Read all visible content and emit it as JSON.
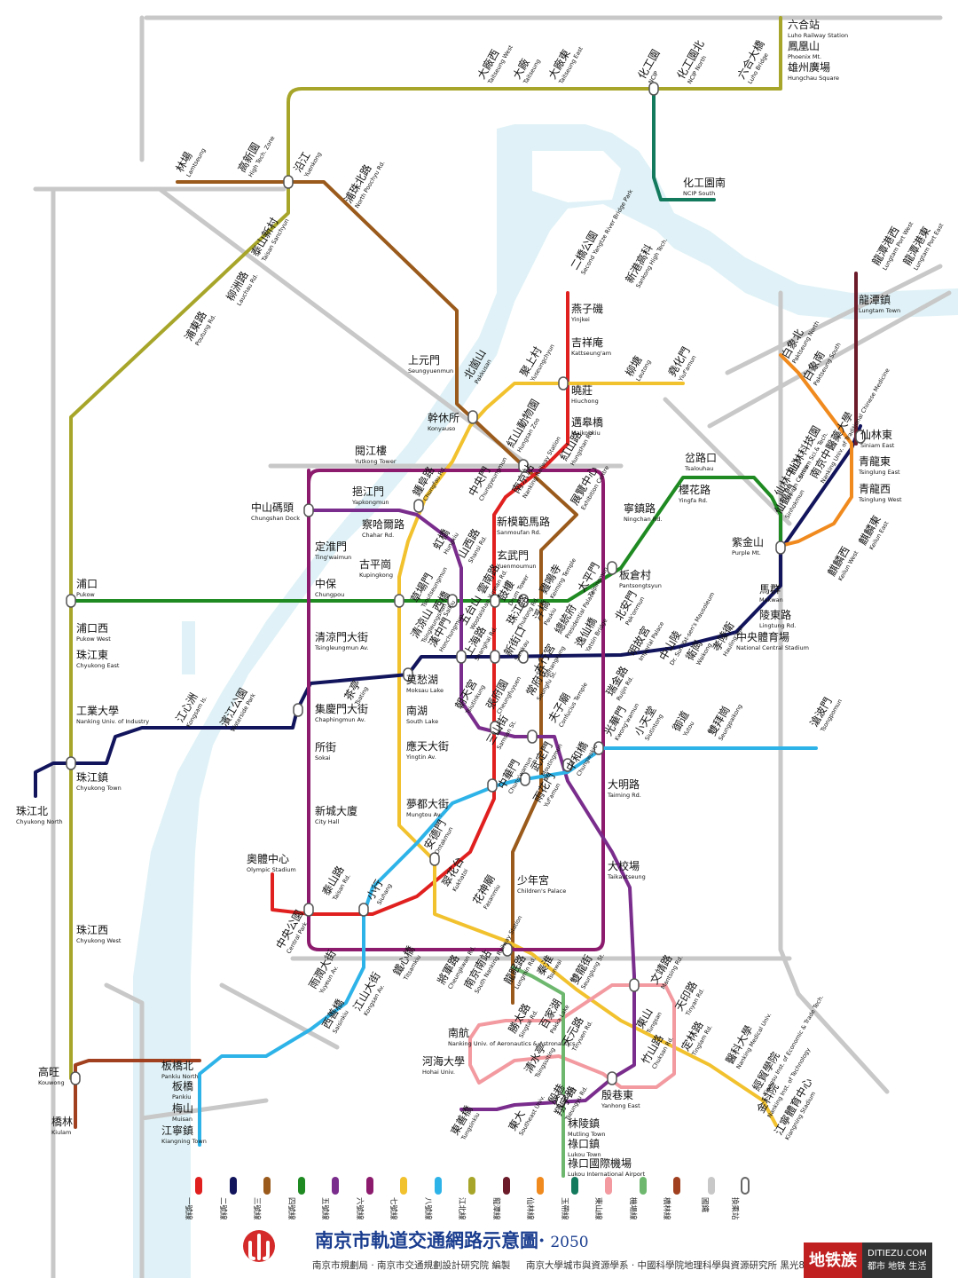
{
  "title": "南京市軌道交通網路示意圖",
  "year": "2050",
  "credits": {
    "left": "南京市規劃局 · 南京市交通規劃設計研究院  編製",
    "right": "南京大學城市與資源學系 · 中國科學院地理科學與資源研究所  黑光86"
  },
  "watermark": {
    "main": "地铁族",
    "site": "DITIEZU.COM",
    "slogan": "都市 地铁 生活"
  },
  "lines": [
    {
      "id": "l1",
      "name": "一號線",
      "color": "#e0201f"
    },
    {
      "id": "l2",
      "name": "二號線",
      "color": "#12145c"
    },
    {
      "id": "l3",
      "name": "三號線",
      "color": "#9a5a1b"
    },
    {
      "id": "l4",
      "name": "四號線",
      "color": "#1f8a22"
    },
    {
      "id": "l5",
      "name": "五號線",
      "color": "#7a2d8c"
    },
    {
      "id": "l6",
      "name": "六號線",
      "color": "#8c1b6e"
    },
    {
      "id": "l7",
      "name": "七號線",
      "color": "#f2c12e"
    },
    {
      "id": "l8",
      "name": "八號線",
      "color": "#2eb3e8"
    },
    {
      "id": "ljb",
      "name": "江北線",
      "color": "#a7a62a"
    },
    {
      "id": "llt",
      "name": "龍潭線",
      "color": "#6b1b2a"
    },
    {
      "id": "lxl",
      "name": "仙林線",
      "color": "#f08a1e"
    },
    {
      "id": "lyd",
      "name": "玉帶線",
      "color": "#137a5e"
    },
    {
      "id": "lds",
      "name": "東山線",
      "color": "#f29aa0"
    },
    {
      "id": "ljc",
      "name": "機場線",
      "color": "#6db86e"
    },
    {
      "id": "lql",
      "name": "橋林線",
      "color": "#a0401f"
    },
    {
      "id": "lgt",
      "name": "國鐵",
      "color": "#c8c8c8"
    }
  ],
  "legend_transfer": "換乘站",
  "stations": [
    {
      "zh": "六合站",
      "en": "Luho Railway Station"
    },
    {
      "zh": "鳳凰山",
      "en": "Phoenix Mt."
    },
    {
      "zh": "雄州廣場",
      "en": "Hungchau Square"
    },
    {
      "zh": "六合大橋",
      "en": "Luho Bridge"
    },
    {
      "zh": "化工園北",
      "en": "NCIP North"
    },
    {
      "zh": "化工園",
      "en": "NCIP"
    },
    {
      "zh": "化工園南",
      "en": "NCIP South"
    },
    {
      "zh": "大廠東",
      "en": "Taitseung East"
    },
    {
      "zh": "大廠",
      "en": "Taitseung"
    },
    {
      "zh": "大廠西",
      "en": "Taitseung West"
    },
    {
      "zh": "林場",
      "en": "Lamtseung"
    },
    {
      "zh": "高新園",
      "en": "High Tech. Zone"
    },
    {
      "zh": "沿江",
      "en": "Yuenkong"
    },
    {
      "zh": "浦珠北路",
      "en": "North Poochyu Rd."
    },
    {
      "zh": "泰山新村",
      "en": "Taisan Sanchyun"
    },
    {
      "zh": "柳洲路",
      "en": "Lauchau Rd."
    },
    {
      "zh": "浦東路",
      "en": "Poutung Rd."
    },
    {
      "zh": "二橋公園",
      "en": "Second Yangtze River Bridge Park"
    },
    {
      "zh": "新港高科",
      "en": "Sankong High Tech."
    },
    {
      "zh": "燕子磯",
      "en": "Yinjkei"
    },
    {
      "zh": "吉祥庵",
      "en": "Kattseung'am"
    },
    {
      "zh": "柳塘",
      "en": "Lautong"
    },
    {
      "zh": "堯化門",
      "en": "Yiuf'amun"
    },
    {
      "zh": "曉莊",
      "en": "Hiuchong"
    },
    {
      "zh": "邁皋橋",
      "en": "Maikoukiu"
    },
    {
      "zh": "紅山路",
      "en": "Hungshan Rd."
    },
    {
      "zh": "紅山動物園",
      "en": "Hungsan Zoo"
    },
    {
      "zh": "聚上村",
      "en": "Yuseungchyun"
    },
    {
      "zh": "北崮山",
      "en": "Pakkusan"
    },
    {
      "zh": "上元門",
      "en": "Seungyuenmun"
    },
    {
      "zh": "幹休所",
      "en": "Konyauso"
    },
    {
      "zh": "閱江樓",
      "en": "Yutkong Tower"
    },
    {
      "zh": "龍潭港西",
      "en": "Lungtam Port West"
    },
    {
      "zh": "龍潭港東",
      "en": "Lungtam Port East"
    },
    {
      "zh": "龍潭鎮",
      "en": "Lungtam Town"
    },
    {
      "zh": "白象北",
      "en": "Paktseung North"
    },
    {
      "zh": "白象南",
      "en": "Paktseung South"
    },
    {
      "zh": "南京中醫藥大學",
      "en": "Nanking Univ. of Traditional Chinese Medicine"
    },
    {
      "zh": "仙林科技園",
      "en": "Siniam Sci.& Tech."
    },
    {
      "zh": "仙林中心",
      "en": "Siniam Centre"
    },
    {
      "zh": "仙鶴門",
      "en": "Sinhokmun"
    },
    {
      "zh": "仙林東",
      "en": "Siniam East"
    },
    {
      "zh": "青龍東",
      "en": "Tsinglung East"
    },
    {
      "zh": "青龍西",
      "en": "Tsinglung West"
    },
    {
      "zh": "麒麟東",
      "en": "Keilun East"
    },
    {
      "zh": "麒麟西",
      "en": "Keilun West"
    },
    {
      "zh": "岔路口",
      "en": "Tsalouhau"
    },
    {
      "zh": "櫻花路",
      "en": "Yingfa Rd."
    },
    {
      "zh": "紫金山",
      "en": "Purple Mt."
    },
    {
      "zh": "馬群",
      "en": "Makwan"
    },
    {
      "zh": "陵東路",
      "en": "Lingtung Rd."
    },
    {
      "zh": "中央體育場",
      "en": "National Central Stadium"
    },
    {
      "zh": "寧鎮路",
      "en": "Ningchan Rd."
    },
    {
      "zh": "板倉村",
      "en": "Pantsongtsyun"
    },
    {
      "zh": "中山碼頭",
      "en": "Chungshan Dock"
    },
    {
      "zh": "挹江門",
      "en": "Yapkongmun"
    },
    {
      "zh": "鍾阜路",
      "en": "Chungfau Rd."
    },
    {
      "zh": "中央門",
      "en": "Chungyeungmun"
    },
    {
      "zh": "南京站",
      "en": "Nanking Railway Station"
    },
    {
      "zh": "展覽中心",
      "en": "Exhibition Centre"
    },
    {
      "zh": "察哈爾路",
      "en": "Chahar Rd."
    },
    {
      "zh": "虹橋",
      "en": "Hungkiu"
    },
    {
      "zh": "山西路",
      "en": "Shansi Rd."
    },
    {
      "zh": "新模範馬路",
      "en": "Sanmoufan Rd."
    },
    {
      "zh": "玄武門",
      "en": "Yuenmoumun"
    },
    {
      "zh": "定淮門",
      "en": "Ting'waimun"
    },
    {
      "zh": "古平崗",
      "en": "Kupingkong"
    },
    {
      "zh": "草場門",
      "en": "Tsoutseungmun"
    },
    {
      "zh": "西橋",
      "en": "Saikiu"
    },
    {
      "zh": "雲南路",
      "en": "Yunnan Rd."
    },
    {
      "zh": "鼓樓",
      "en": "Drum Tower"
    },
    {
      "zh": "雞鳴寺",
      "en": "Keiming Temple"
    },
    {
      "zh": "太平門",
      "en": "Taipingmun"
    },
    {
      "zh": "中保",
      "en": "Chungpou"
    },
    {
      "zh": "浦口",
      "en": "Pukow"
    },
    {
      "zh": "清涼山",
      "en": "Tsingleungshan"
    },
    {
      "zh": "漢中門",
      "en": "Honchungmun"
    },
    {
      "zh": "上海路",
      "en": "Shanghai Rd."
    },
    {
      "zh": "五台山",
      "en": "Wootaishan"
    },
    {
      "zh": "珠江路",
      "en": "Chukong Rd."
    },
    {
      "zh": "新街口",
      "en": "Sanikau"
    },
    {
      "zh": "浮橋",
      "en": "Paukiu"
    },
    {
      "zh": "總統府",
      "en": "Presidential Palace"
    },
    {
      "zh": "逸仙橋",
      "en": "Yatsin Bridge"
    },
    {
      "zh": "明故宮",
      "en": "Imperial Palace"
    },
    {
      "zh": "中山陵",
      "en": "Dr. Sun Yat-sen's Mausoleum"
    },
    {
      "zh": "衛崗",
      "en": "Waikong"
    },
    {
      "zh": "孝陵衛",
      "en": "Hauling'wai"
    },
    {
      "zh": "北安門",
      "en": "Pak'onmun"
    },
    {
      "zh": "浦口西",
      "en": "Pukow West"
    },
    {
      "zh": "珠江東",
      "en": "Chyukong East"
    },
    {
      "zh": "清涼門大街",
      "en": "Tsingleungmun Av."
    },
    {
      "zh": "莫愁湖",
      "en": "Moksau Lake"
    },
    {
      "zh": "茶亭",
      "en": "Tsating"
    },
    {
      "zh": "朝天宮",
      "en": "Tsiutinkung"
    },
    {
      "zh": "張府園",
      "en": "Cheungfuyuen"
    },
    {
      "zh": "大行宮",
      "en": "Taihangkung"
    },
    {
      "zh": "瑞金路",
      "en": "Ruijin Rd."
    },
    {
      "zh": "工業大學",
      "en": "Nanking Univ. of Industry"
    },
    {
      "zh": "江心洲",
      "en": "Kongsam Is."
    },
    {
      "zh": "濱江公園",
      "en": "Waterside Park"
    },
    {
      "zh": "集慶門大街",
      "en": "Chaphingmun Av."
    },
    {
      "zh": "南湖",
      "en": "South Lake"
    },
    {
      "zh": "三山街",
      "en": "Samsan St."
    },
    {
      "zh": "夫子廟",
      "en": "Confucius Temple"
    },
    {
      "zh": "常府街",
      "en": "Seungfu St."
    },
    {
      "zh": "光華門",
      "en": "Kwong'wamun"
    },
    {
      "zh": "小天堂",
      "en": "Siutintong"
    },
    {
      "zh": "御道",
      "en": "Yutou"
    },
    {
      "zh": "雙拜崗",
      "en": "Seungpaikong"
    },
    {
      "zh": "滄波門",
      "en": "Tsongpomun"
    },
    {
      "zh": "珠江北",
      "en": "Chyukong North"
    },
    {
      "zh": "珠江鎮",
      "en": "Chyukong Town"
    },
    {
      "zh": "所街",
      "en": "Sokai"
    },
    {
      "zh": "應天大街",
      "en": "Yingtin Av."
    },
    {
      "zh": "中華門",
      "en": "Chung'wamun"
    },
    {
      "zh": "武定門",
      "en": "Moutingmun"
    },
    {
      "zh": "雨花門",
      "en": "Yuf'amun"
    },
    {
      "zh": "中和橋",
      "en": "Chungwokiu"
    },
    {
      "zh": "大明路",
      "en": "Taiming Rd."
    },
    {
      "zh": "新城大廈",
      "en": "City Hall"
    },
    {
      "zh": "夢都大街",
      "en": "Mungtou Av."
    },
    {
      "zh": "安德門",
      "en": "Ontakmun"
    },
    {
      "zh": "奧體中心",
      "en": "Olympic Stadium"
    },
    {
      "zh": "泰山路",
      "en": "Taisan Rd."
    },
    {
      "zh": "小行",
      "en": "Siuhang"
    },
    {
      "zh": "翠花台",
      "en": "Kukhatoi"
    },
    {
      "zh": "花神廟",
      "en": "Fasanmiu"
    },
    {
      "zh": "少年宮",
      "en": "Children's Palace"
    },
    {
      "zh": "大校場",
      "en": "Taikautseung"
    },
    {
      "zh": "中央公園",
      "en": "Central Park"
    },
    {
      "zh": "珠江西",
      "en": "Chyukong West"
    },
    {
      "zh": "雨潤大街",
      "en": "Yuyeun Av."
    },
    {
      "zh": "江山大街",
      "en": "Kongsan Av."
    },
    {
      "zh": "鐵心橋",
      "en": "Titsamkiu"
    },
    {
      "zh": "將軍路",
      "en": "Cheungkwan Rd."
    },
    {
      "zh": "南京南站",
      "en": "South Nanking Railway Station"
    },
    {
      "zh": "龍眠路",
      "en": "Lungmin Rd."
    },
    {
      "zh": "秦淮",
      "en": "Tsunwai"
    },
    {
      "zh": "雙龍街",
      "en": "Seunglung St."
    },
    {
      "zh": "文靖路",
      "en": "Mantsing Rd."
    },
    {
      "zh": "西善橋",
      "en": "Saisinkiu"
    },
    {
      "zh": "勝太路",
      "en": "Singtai Rd."
    },
    {
      "zh": "百家湖",
      "en": "Pakka Lake"
    },
    {
      "zh": "東山",
      "en": "Tungsan"
    },
    {
      "zh": "天印路",
      "en": "Tinyan Rd."
    },
    {
      "zh": "南航",
      "en": "Nanking Univ. of Aeronautics & Astronautics"
    },
    {
      "zh": "天元路",
      "en": "Tinyuen Rd."
    },
    {
      "zh": "竹山路",
      "en": "Chuksan Rd."
    },
    {
      "zh": "河海大學",
      "en": "Hohai Univ."
    },
    {
      "zh": "清水亭",
      "en": "Tsingsuiting"
    },
    {
      "zh": "殷巷",
      "en": "Yanhong"
    },
    {
      "zh": "殷巷東",
      "en": "Yanhong East"
    },
    {
      "zh": "定林路",
      "en": "Tinglam Rd."
    },
    {
      "zh": "醫科大學",
      "en": "Nanking Medical Univ."
    },
    {
      "zh": "經貿學院",
      "en": "Kiangsu Inst. of Economic & Trade Tech."
    },
    {
      "zh": "金科院",
      "en": "Nanking Inst. of Technology"
    },
    {
      "zh": "江寧體育中心",
      "en": "Kiangning Stadium"
    },
    {
      "zh": "高旺",
      "en": "Kouwong"
    },
    {
      "zh": "橋林",
      "en": "Kiulam"
    },
    {
      "zh": "板橋北",
      "en": "Pankiu North"
    },
    {
      "zh": "板橋",
      "en": "Pankiu"
    },
    {
      "zh": "梅山",
      "en": "Muisan"
    },
    {
      "zh": "江寧鎮",
      "en": "Kiangning Town"
    },
    {
      "zh": "東善橋",
      "en": "Tungsinkiu"
    },
    {
      "zh": "東大",
      "en": "Southeast Univ."
    },
    {
      "zh": "翔宇路",
      "en": "Tseungyu Rd."
    },
    {
      "zh": "秣陵鎮",
      "en": "Mutling Town"
    },
    {
      "zh": "祿口鎮",
      "en": "Lukou Town"
    },
    {
      "zh": "祿口國際機場",
      "en": "Lukou International Airport"
    }
  ]
}
